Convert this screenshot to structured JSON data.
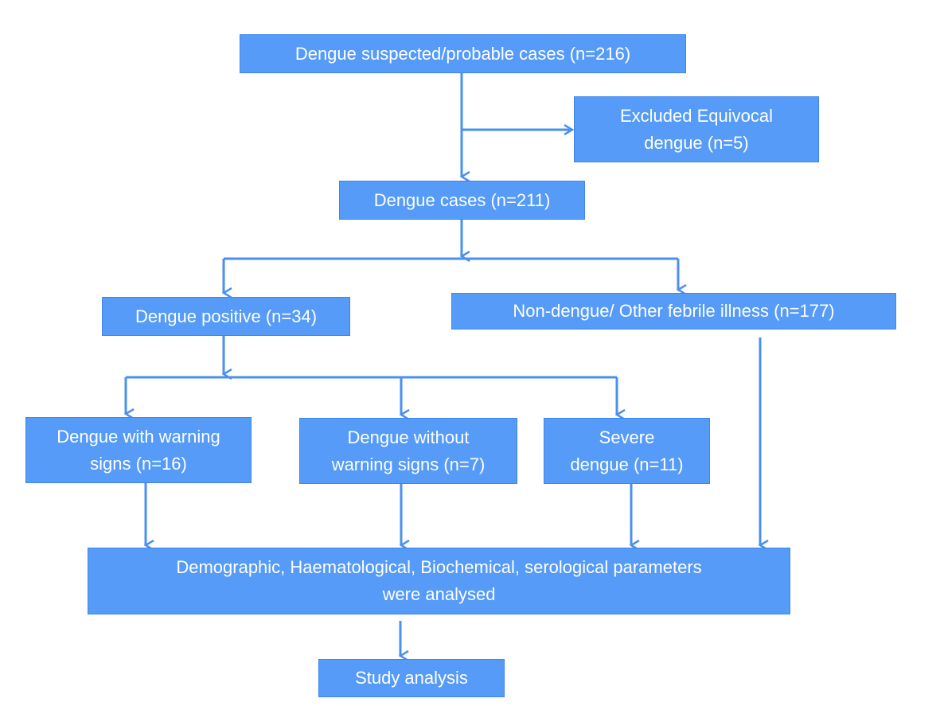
{
  "flowchart": {
    "nodes": {
      "suspected": {
        "label": "Dengue suspected/probable cases (n=216)"
      },
      "excluded": {
        "label": "Excluded Equivocal dengue (n=5)",
        "line1": "Excluded Equivocal",
        "line2": "dengue (n=5)"
      },
      "cases": {
        "label": "Dengue cases (n=211)"
      },
      "positive": {
        "label": "Dengue positive (n=34)"
      },
      "non_dengue": {
        "label": "Non-dengue/ Other febrile illness (n=177)"
      },
      "warning": {
        "label": "Dengue with warning signs (n=16)",
        "line1": "Dengue with warning",
        "line2": "signs (n=16)"
      },
      "without_warning": {
        "label": "Dengue without warning signs (n=7)",
        "line1": "Dengue without",
        "line2": "warning signs (n=7)"
      },
      "severe": {
        "label": "Severe dengue (n=11)",
        "line1": "Severe",
        "line2": "dengue (n=11)"
      },
      "analysed": {
        "label": "Demographic, Haematological, Biochemical, serological parameters were analysed",
        "line1": "Demographic, Haematological, Biochemical, serological parameters",
        "line2": "were analysed"
      },
      "study": {
        "label": "Study analysis"
      }
    },
    "edges": [
      {
        "from": "suspected",
        "to": "cases"
      },
      {
        "from": "suspected",
        "to": "excluded"
      },
      {
        "from": "cases",
        "to": "positive"
      },
      {
        "from": "cases",
        "to": "non_dengue"
      },
      {
        "from": "positive",
        "to": "warning"
      },
      {
        "from": "positive",
        "to": "without_warning"
      },
      {
        "from": "positive",
        "to": "severe"
      },
      {
        "from": "warning",
        "to": "analysed"
      },
      {
        "from": "without_warning",
        "to": "analysed"
      },
      {
        "from": "severe",
        "to": "analysed"
      },
      {
        "from": "non_dengue",
        "to": "analysed"
      },
      {
        "from": "analysed",
        "to": "study"
      }
    ],
    "colors": {
      "box_fill": "#559bf7",
      "text": "#ffffff",
      "connector": "#4a90ee"
    }
  }
}
